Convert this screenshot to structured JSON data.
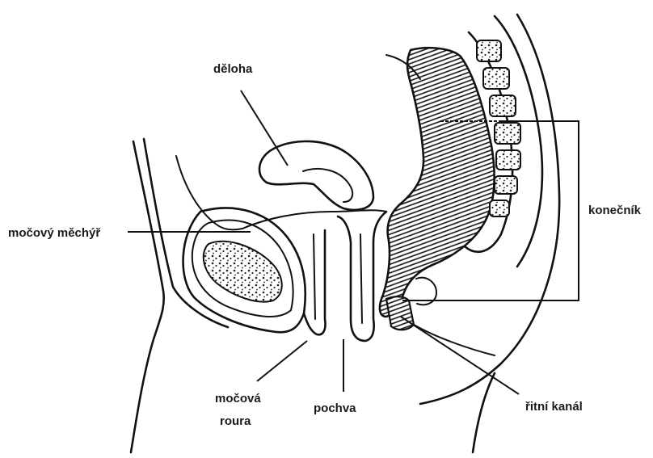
{
  "labels": {
    "uterus": "děloha",
    "bladder": "močový měchýř",
    "urethra_line1": "močová",
    "urethra_line2": "roura",
    "vagina": "pochva",
    "rectum": "konečník",
    "anal_canal": "řitní kanál"
  },
  "colors": {
    "line": "#111111",
    "background": "#ffffff",
    "hatch": "#111111"
  }
}
